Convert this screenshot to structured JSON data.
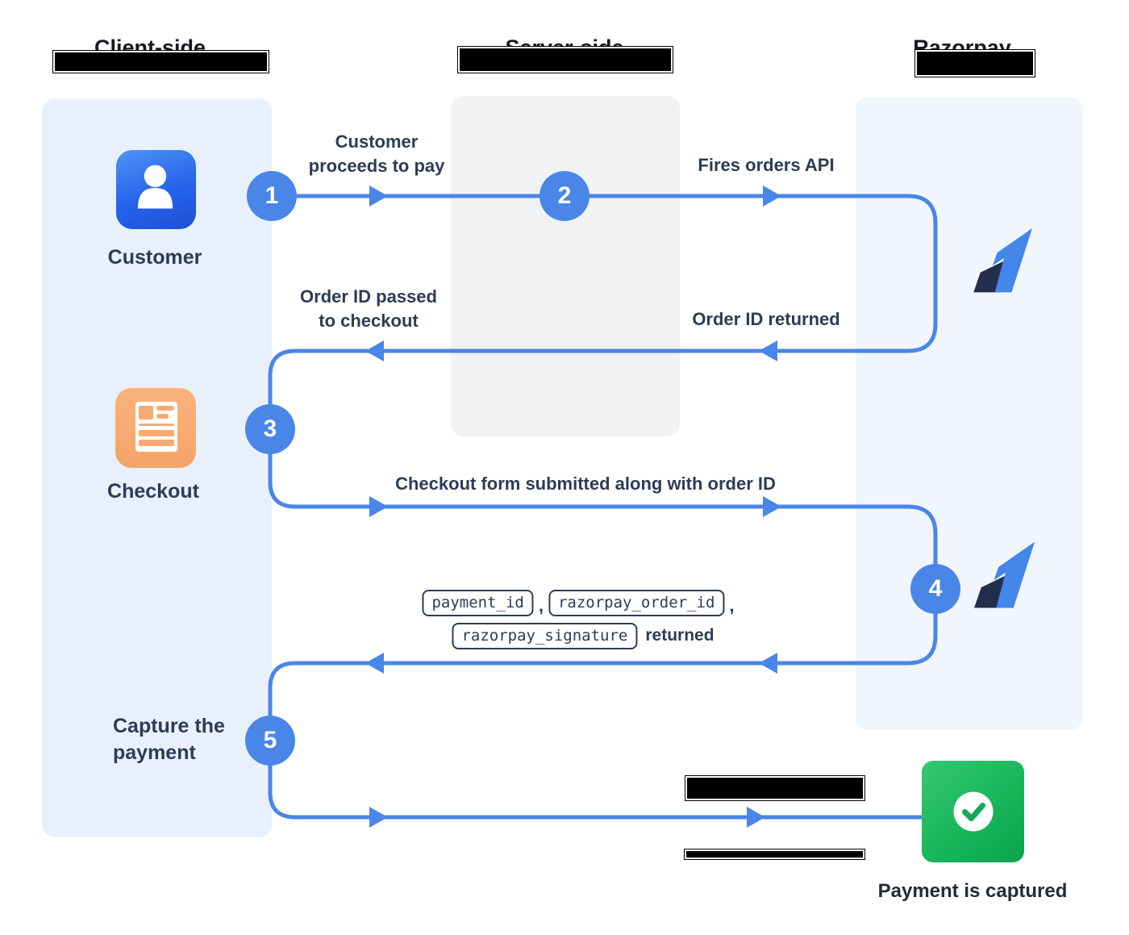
{
  "headers": {
    "client_side": "Client-side",
    "server_side": "Server-side",
    "razorpay": "Razorpay"
  },
  "steps": [
    "1",
    "2",
    "3",
    "4",
    "5"
  ],
  "labels": {
    "customer_proceeds_line1": "Customer",
    "customer_proceeds_line2": "proceeds to pay",
    "fires_orders_api": "Fires orders API",
    "order_id_passed_line1": "Order ID passed",
    "order_id_passed_line2": "to checkout",
    "order_id_returned": "Order ID returned",
    "checkout_form_submitted": "Checkout form submitted along with order ID",
    "returned_suffix": "returned",
    "comma": ","
  },
  "code_tokens": {
    "payment_id": "payment_id",
    "razorpay_order_id": "razorpay_order_id",
    "razorpay_signature": "razorpay_signature"
  },
  "entities": {
    "customer": "Customer",
    "checkout": "Checkout",
    "capture_line1": "Capture the",
    "capture_line2": "payment",
    "payment_captured": "Payment is captured"
  },
  "icons": {
    "customer": "user-icon",
    "checkout": "document-icon",
    "razorpay": "razorpay-logo-icon",
    "success": "check-circle-icon"
  },
  "colors": {
    "flow_blue": "#4a86e8",
    "navy_text": "#2d3c55",
    "header_text": "#17191e",
    "panel_client": "#e8f1fb",
    "panel_server": "#f1f2f4",
    "panel_razorpay": "#f0f6fc",
    "icon_blue_gradient_start": "#4e94f5",
    "icon_blue_gradient_end": "#1d4fd7",
    "icon_orange": "#f7ab72",
    "icon_green": "#16b457",
    "logo_blue": "#4486e9",
    "logo_navy": "#232e4d"
  }
}
